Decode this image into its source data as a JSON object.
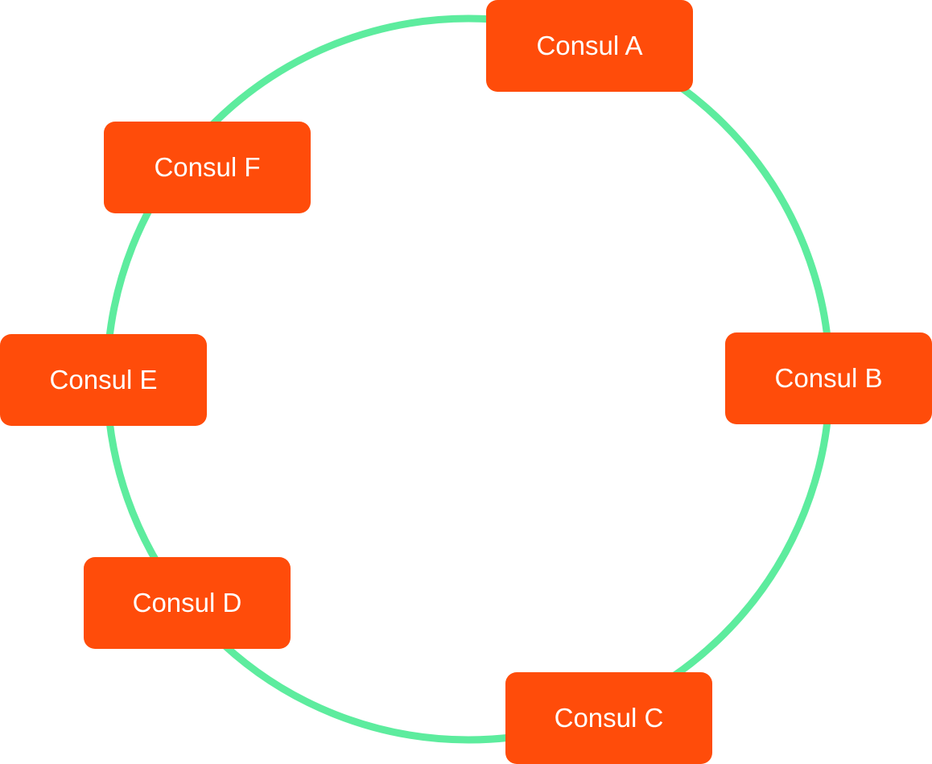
{
  "diagram": {
    "type": "ring",
    "colors": {
      "ring": "#5dec9e",
      "node_fill": "#ff4c0a",
      "node_text": "#ffffff",
      "background": "#ffffff"
    },
    "nodes": [
      {
        "id": "a",
        "label": "Consul A"
      },
      {
        "id": "b",
        "label": "Consul B"
      },
      {
        "id": "c",
        "label": "Consul C"
      },
      {
        "id": "d",
        "label": "Consul D"
      },
      {
        "id": "e",
        "label": "Consul E"
      },
      {
        "id": "f",
        "label": "Consul F"
      }
    ]
  }
}
